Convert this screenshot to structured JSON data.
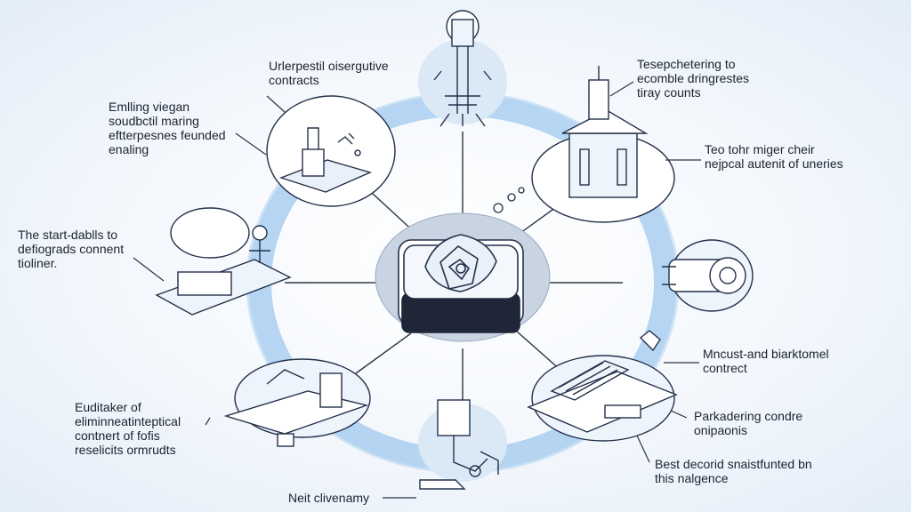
{
  "labels": {
    "top_left": "Urlerpestil oisergutive\ncontracts",
    "left_upper": "Emlling viegan\nsoudbctil maring\neftterpesnes feunded\nenaling",
    "left_middle": "The start-dablls to\ndefiograds connent\ntioliner.",
    "left_lower": "Euditaker of\neliminneatinteptical\ncontnert of fofis\nreselicits ormrudts",
    "bottom": "Neit clivenamy",
    "top_right": "Tesepchetering to\necomble dringrestes\ntiray counts",
    "right_upper": "Teo tohr miger cheir\nnejpcal autenit of uneries",
    "right_middle": "Mncust-and biarktomel\ncontrect",
    "right_lower": "Parkadering condre\nonipaonis",
    "right_bottom": "Best decorid snaistfunted bn\nthis nalgence"
  },
  "icons": {
    "center": "central-processor-icon",
    "top": "tower-icon",
    "upper_left": "lab-equipment-icon",
    "upper_right": "building-icon",
    "left": "workstation-icon",
    "right": "engine-icon",
    "lower_left": "platform-icon",
    "lower_right": "document-icon",
    "bottom": "robot-arm-icon"
  },
  "colors": {
    "ring": "#9fc8ee",
    "line": "#2b3445",
    "sketch": "#24314a",
    "center_disc": "#c9d4e3"
  }
}
